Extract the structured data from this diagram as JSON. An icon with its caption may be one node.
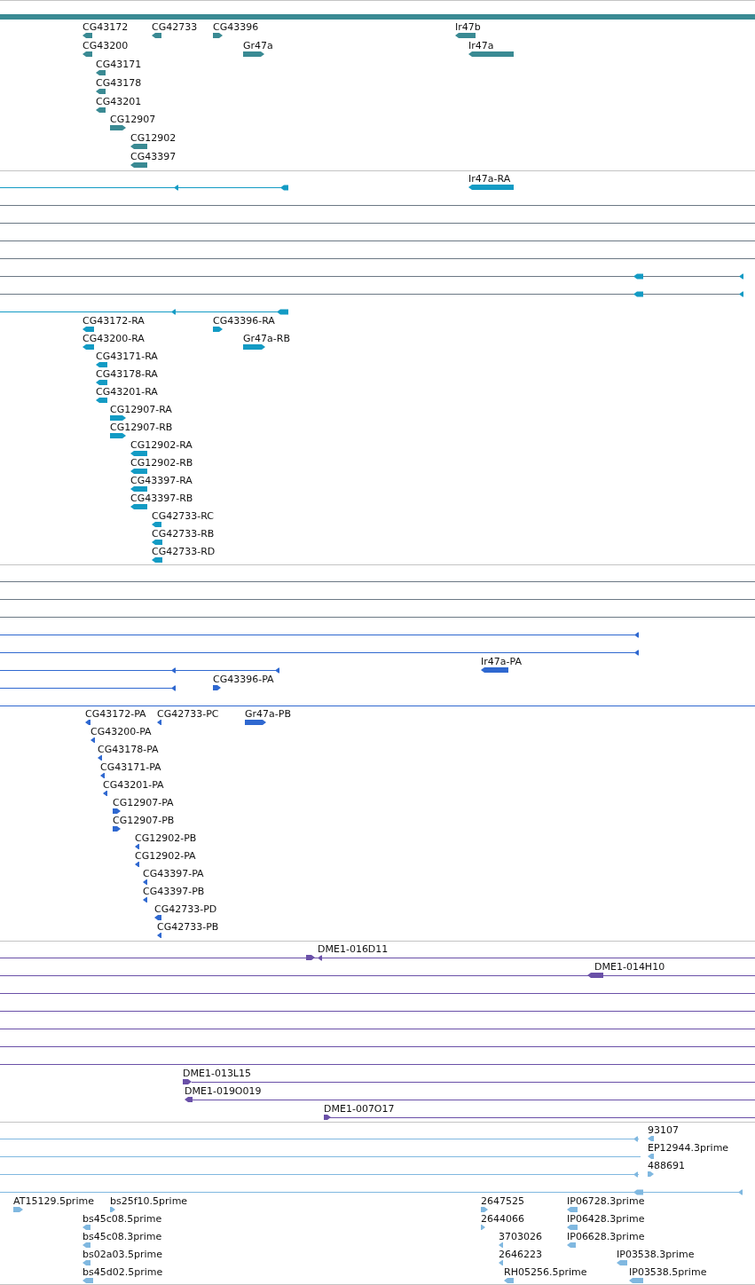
{
  "diagram": {
    "labels": [
      "CG43172",
      "CG42733",
      "CG43396",
      "Ir47b",
      "CG43200",
      "Gr47a",
      "Ir47a",
      "CG43171",
      "CG43178",
      "CG43201",
      "CG12907",
      "CG12902",
      "CG43397",
      "Ir47a-RA",
      "CG43172-RA",
      "CG43396-RA",
      "CG43200-RA",
      "Gr47a-RB",
      "CG43171-RA",
      "CG43178-RA",
      "CG43201-RA",
      "CG12907-RA",
      "CG12907-RB",
      "CG12902-RA",
      "CG12902-RB",
      "CG43397-RA",
      "CG43397-RB",
      "CG42733-RC",
      "CG42733-RB",
      "CG42733-RD",
      "Ir47a-PA",
      "CG43396-PA",
      "CG43172-PA",
      "CG42733-PC",
      "Gr47a-PB",
      "CG43200-PA",
      "CG43178-PA",
      "CG43171-PA",
      "CG43201-PA",
      "CG12907-PA",
      "CG12907-PB",
      "CG12902-PB",
      "CG12902-PA",
      "CG43397-PA",
      "CG43397-PB",
      "CG42733-PD",
      "CG42733-PB",
      "DME1-016D11",
      "DME1-014H10",
      "DME1-013L15",
      "DME1-019O019",
      "DME1-007O17",
      "93107",
      "EP12944.3prime",
      "488691",
      "AT15129.5prime",
      "bs25f10.5prime",
      "2647525",
      "IP06728.3prime",
      "bs45c08.5prime",
      "2644066",
      "IP06428.3prime",
      "bs45c08.3prime",
      "3703026",
      "IP06628.3prime",
      "bs02a03.5prime",
      "2646223",
      "IP03538.3prime",
      "bs45d02.5prime",
      "RH05256.5prime",
      "IP03538.5prime"
    ]
  }
}
